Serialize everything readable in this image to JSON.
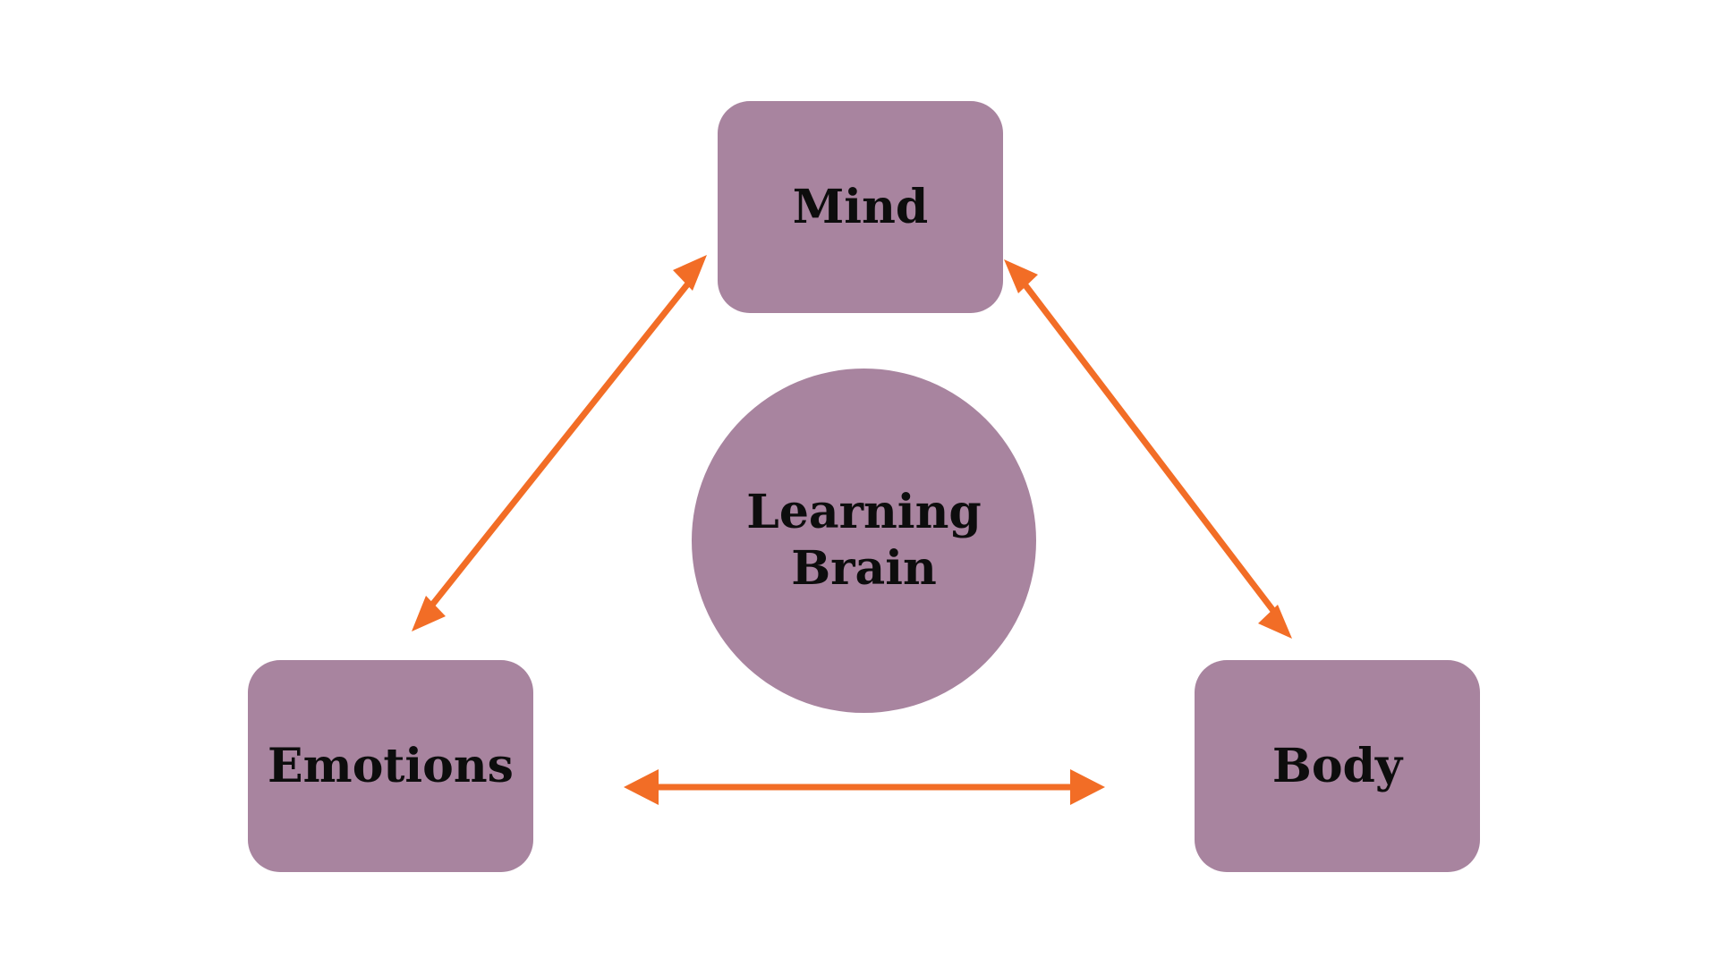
{
  "diagram": {
    "nodes": {
      "mind": "Mind",
      "emotions": "Emotions",
      "body": "Body",
      "center_line1": "Learning",
      "center_line2": "Brain"
    },
    "colors": {
      "node_fill": "#a8849f",
      "arrow": "#f26d26",
      "text": "#0d0d0d",
      "background": "#ffffff"
    },
    "connections": [
      {
        "from": "mind",
        "to": "emotions",
        "direction": "bidirectional"
      },
      {
        "from": "mind",
        "to": "body",
        "direction": "bidirectional"
      },
      {
        "from": "emotions",
        "to": "body",
        "direction": "bidirectional"
      }
    ]
  }
}
